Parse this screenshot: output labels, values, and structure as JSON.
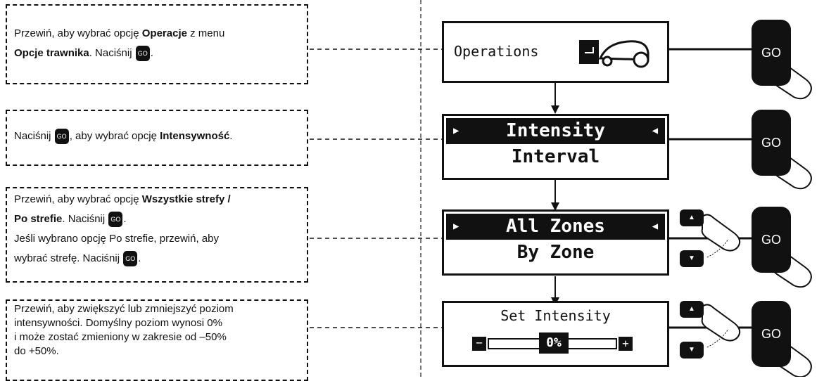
{
  "steps": [
    {
      "runs": [
        {
          "t": "Przewiń, aby wybrać opcję "
        },
        {
          "t": "Operacje",
          "b": true
        },
        {
          "t": " z menu "
        },
        {
          "br": true
        },
        {
          "t": "Opcje trawnika",
          "b": true
        },
        {
          "t": ". Naciśnij "
        },
        {
          "go": true
        },
        {
          "t": "."
        }
      ]
    },
    {
      "runs": [
        {
          "t": "Naciśnij "
        },
        {
          "go": true
        },
        {
          "t": ", aby wybrać opcję "
        },
        {
          "t": "Intensywność",
          "b": true
        },
        {
          "t": "."
        }
      ]
    },
    {
      "runs": [
        {
          "t": "Przewiń, aby wybrać opcję "
        },
        {
          "t": "Wszystkie strefy /",
          "b": true
        },
        {
          "br": true
        },
        {
          "t": "Po strefie",
          "b": true
        },
        {
          "t": ". Naciśnij "
        },
        {
          "go": true
        },
        {
          "t": "."
        },
        {
          "br": true
        },
        {
          "t": "Jeśli wybrano opcję Po strefie, przewiń, aby"
        },
        {
          "br": true
        },
        {
          "t": "wybrać strefę. Naciśnij "
        },
        {
          "go": true
        },
        {
          "t": "."
        }
      ]
    },
    {
      "runs": [
        {
          "t": "Przewiń, aby zwiększyć lub zmniejszyć poziom"
        },
        {
          "br": true
        },
        {
          "t": "intensywności. Domyślny poziom wynosi 0%"
        },
        {
          "br": true
        },
        {
          "t": "i może zostać zmieniony w zakresie od –50%"
        },
        {
          "br": true
        },
        {
          "t": "do +50%."
        }
      ]
    }
  ],
  "go_label": "GO",
  "screens": {
    "operations": {
      "label": "Operations"
    },
    "intensity_menu": {
      "selected": "Intensity",
      "other": "Interval"
    },
    "zones_menu": {
      "selected": "All Zones",
      "other": "By Zone"
    },
    "set_intensity": {
      "title": "Set Intensity",
      "value": "0%"
    }
  }
}
